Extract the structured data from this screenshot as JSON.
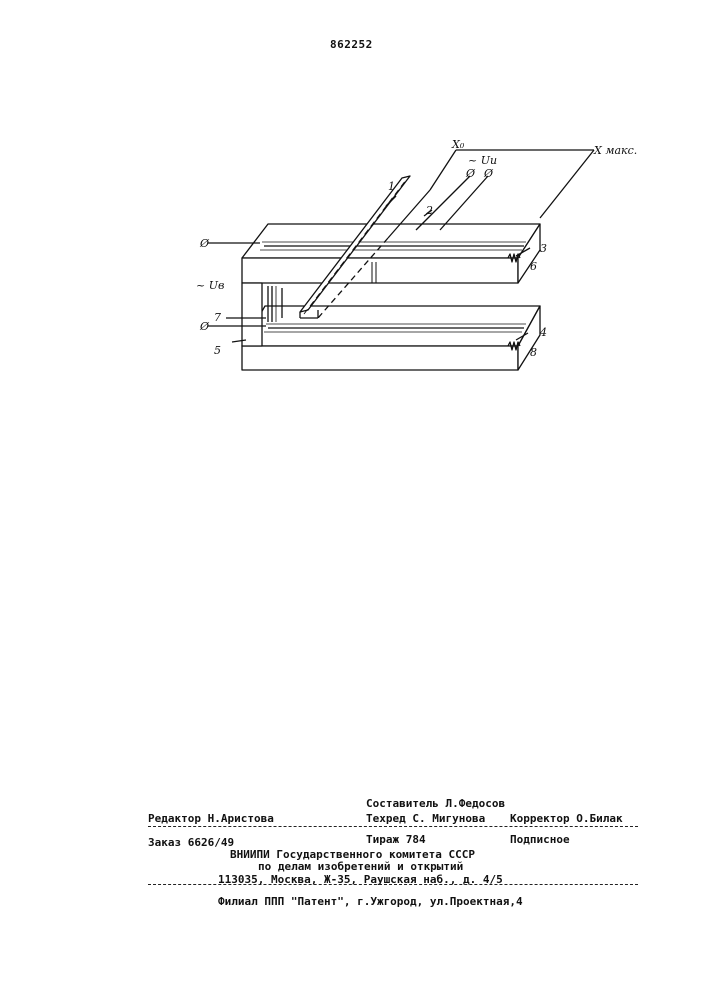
{
  "document": {
    "patent_number": "862252"
  },
  "figure": {
    "labels": {
      "x0": "X₀",
      "xmax": "X макс.",
      "ui": "~ Uu",
      "ub": "~ Uв",
      "phi": "Ø",
      "n1": "1",
      "n2": "2",
      "n3": "3",
      "n4": "4",
      "n5": "5",
      "n6": "6",
      "n7": "7",
      "n8": "8"
    }
  },
  "imprint": {
    "compiler": "Составитель Л.Федосов",
    "editor": "Редактор Н.Аристова",
    "techred": "Техред С. Мигунова",
    "corrector": "Корректор О.Билак",
    "order": "Заказ 6626/49",
    "circulation": "Тираж 784",
    "subscription": "Подписное",
    "org_line1": "ВНИИПИ Государственного комитета СССР",
    "org_line2": "по делам изобретений и открытий",
    "address": "113035, Москва, Ж-35, Раушская наб., д. 4/5",
    "branch": "Филиал ППП \"Патент\", г.Ужгород, ул.Проектная,4"
  }
}
